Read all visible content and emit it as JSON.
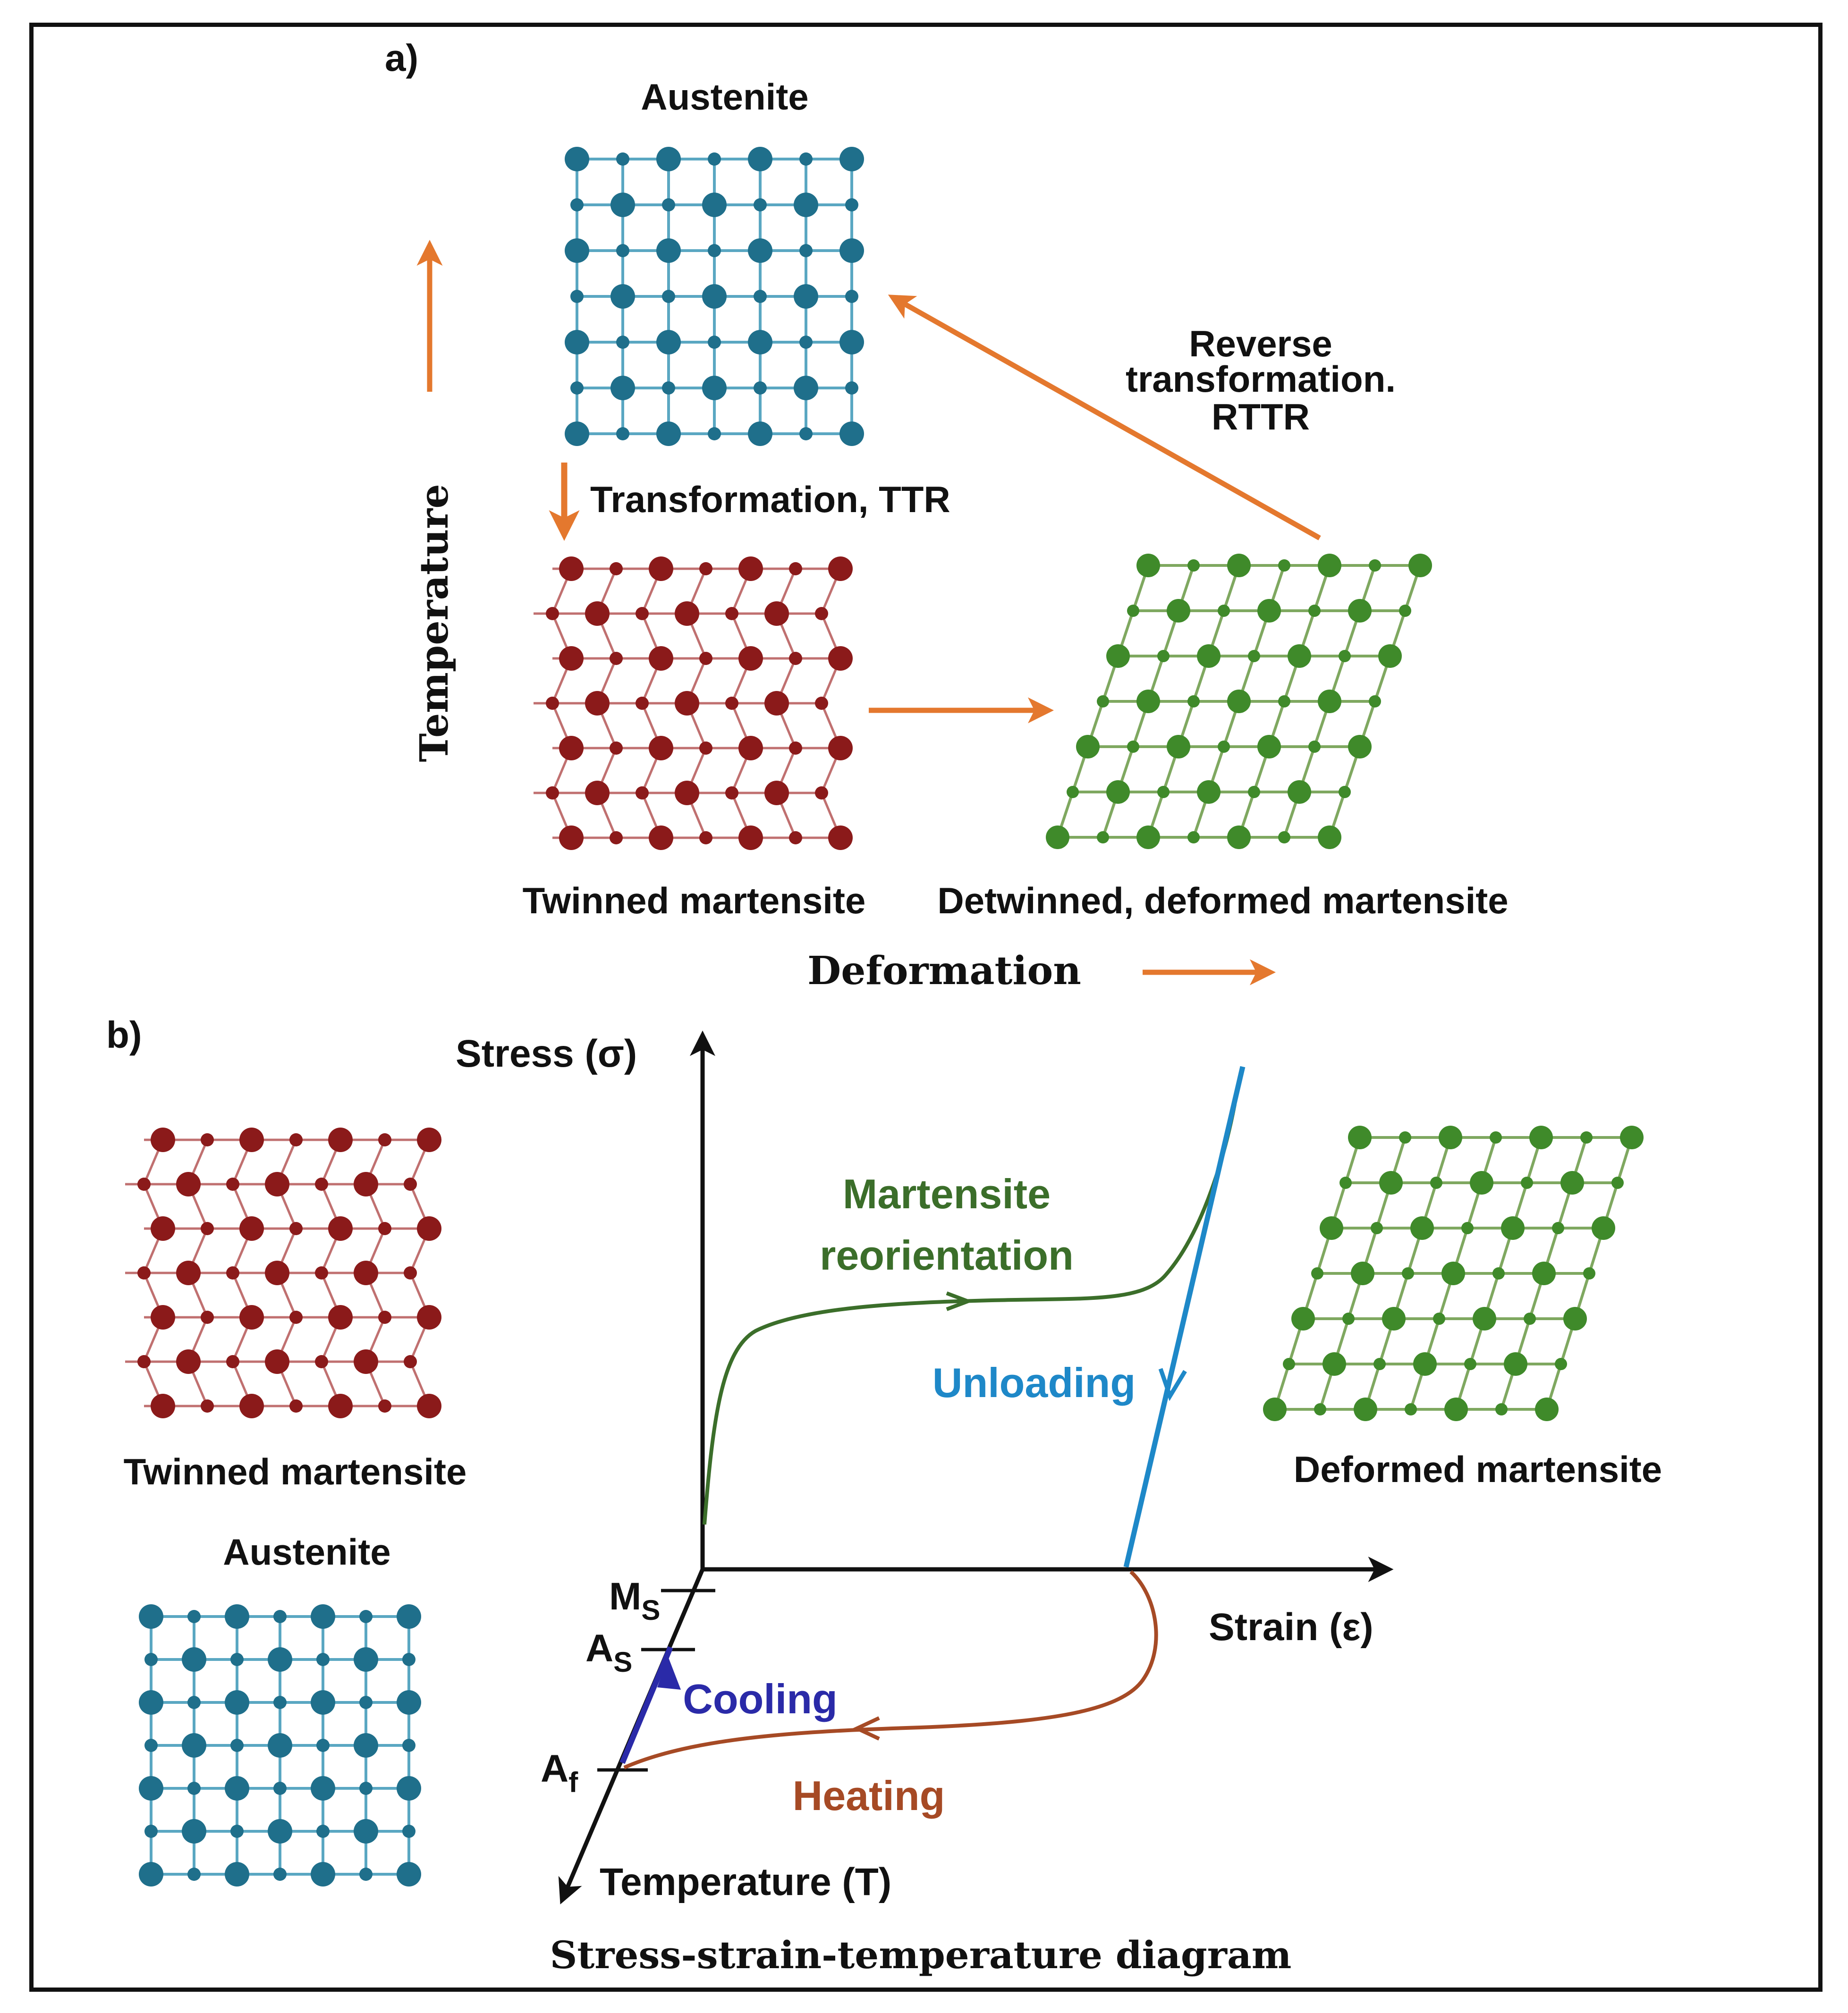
{
  "panel_a": {
    "label": "a)",
    "austenite_label": "Austenite",
    "twinned_label": "Twinned martensite",
    "detwinned_label": "Detwinned, deformed martensite",
    "transformation_label": "Transformation, TTR",
    "reverse_label_line1": "Reverse",
    "reverse_label_line2": "transformation.",
    "reverse_label_line3": "RTTR",
    "temperature_axis_label": "Temperature",
    "deformation_label": "Deformation"
  },
  "panel_b": {
    "label": "b)",
    "stress_axis_label": "Stress (σ)",
    "strain_axis_label": "Strain (ε)",
    "temperature_axis_label": "Temperature (T)",
    "reorientation_line1": "Martensite",
    "reorientation_line2": "reorientation",
    "unloading_label": "Unloading",
    "cooling_label": "Cooling",
    "heating_label": "Heating",
    "ms_main": "M",
    "ms_sub": "S",
    "as_main": "A",
    "as_sub": "S",
    "af_main": "A",
    "af_sub": "f",
    "twinned_label": "Twinned martensite",
    "austenite_label": "Austenite",
    "deformed_label": "Deformed martensite",
    "caption": "Stress-strain-temperature diagram"
  },
  "colors": {
    "austenite": "#1f6f8b",
    "austenite_line": "#5aa7c2",
    "martensite": "#8b1a1a",
    "martensite_line": "#c07070",
    "deformed": "#3f8a2a",
    "deformed_line": "#7fa860",
    "arrow": "#e4782e",
    "reorientation": "#3b6e2a",
    "unloading": "#1e88c8",
    "cooling": "#2a2aa8",
    "heating": "#a64a25"
  }
}
